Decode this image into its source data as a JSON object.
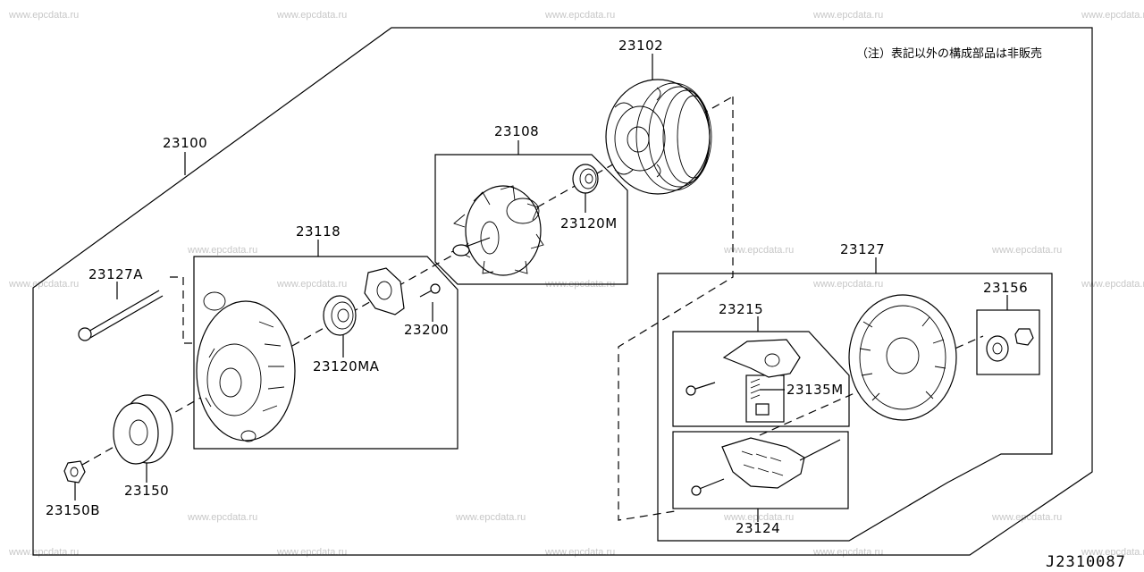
{
  "watermark": "www.epcdata.ru",
  "note": "（注）表記以外の構成部品は非販売",
  "drawing_id": "J2310087",
  "parts": {
    "alternator_assembly": "23100",
    "pulley_housing": "23102",
    "rotor": "23108",
    "front_cover": "23118",
    "rear_bearing": "23120M",
    "front_bearing": "23120MA",
    "through_bolt": "23127A",
    "rear_cover": "23127",
    "pulley": "23150",
    "pulley_nut": "23150B",
    "terminal_set": "23156",
    "brush_holder": "23215",
    "brush_spring": "23135M",
    "diode_assembly": "23124",
    "retainer_screw": "23200"
  }
}
